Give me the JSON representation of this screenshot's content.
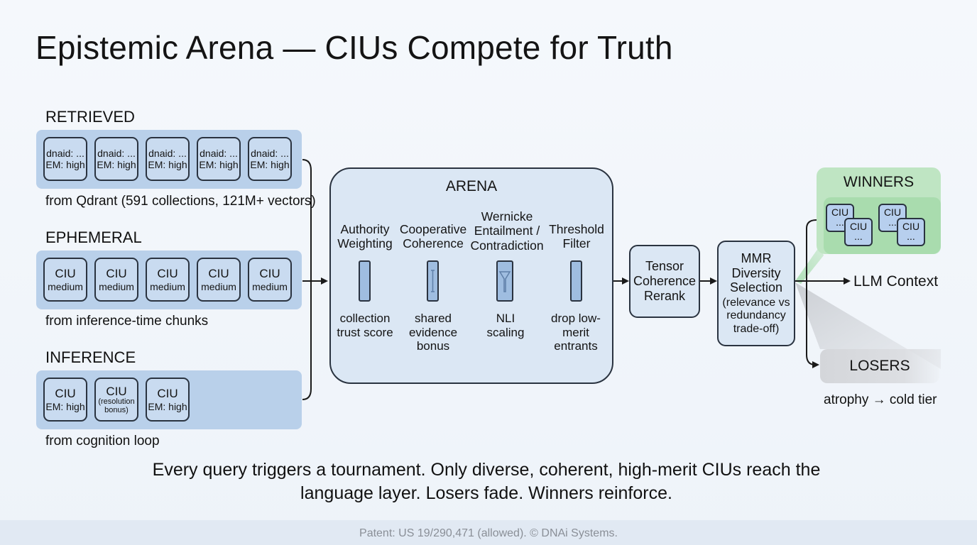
{
  "title": "Epistemic Arena — CIUs Compete for Truth",
  "groups": {
    "retrieved": {
      "label": "RETRIEVED",
      "caption": "from Qdrant (591 collections, 121M+ vectors)",
      "cards": [
        {
          "line1": "dnaid: ...",
          "line2": "EM: high"
        },
        {
          "line1": "dnaid: ...",
          "line2": "EM: high"
        },
        {
          "line1": "dnaid: ...",
          "line2": "EM: high"
        },
        {
          "line1": "dnaid: ...",
          "line2": "EM: high"
        },
        {
          "line1": "dnaid: ...",
          "line2": "EM: high"
        }
      ]
    },
    "ephemeral": {
      "label": "EPHEMERAL",
      "caption": "from inference-time chunks",
      "cards": [
        {
          "line1": "CIU",
          "line2": "medium"
        },
        {
          "line1": "CIU",
          "line2": "medium"
        },
        {
          "line1": "CIU",
          "line2": "medium"
        },
        {
          "line1": "CIU",
          "line2": "medium"
        },
        {
          "line1": "CIU",
          "line2": "medium"
        }
      ]
    },
    "inference": {
      "label": "INFERENCE",
      "caption": "from cognition loop",
      "cards": [
        {
          "line1": "CIU",
          "line2": "EM: high"
        },
        {
          "line1": "CIU",
          "line2": "(resolution bonus)"
        },
        {
          "line1": "CIU",
          "line2": "EM: high"
        }
      ]
    }
  },
  "arena": {
    "title": "ARENA",
    "stages": [
      {
        "title": "Authority Weighting",
        "desc": "collection trust score"
      },
      {
        "title": "Cooperative Coherence",
        "desc": "shared evidence bonus"
      },
      {
        "title": "Wernicke Entailment / Contradiction",
        "desc": "NLI scaling"
      },
      {
        "title": "Threshold Filter",
        "desc": "drop low-merit entrants"
      }
    ]
  },
  "tensor": {
    "label": "Tensor Coherence Rerank"
  },
  "mmr": {
    "title": "MMR Diversity Selection",
    "subtitle": "(relevance vs redundancy trade-off)"
  },
  "winners": {
    "label": "WINNERS",
    "cards": [
      {
        "line1": "CIU",
        "line2": "..."
      },
      {
        "line1": "CIU",
        "line2": "..."
      },
      {
        "line1": "CIU",
        "line2": "..."
      },
      {
        "line1": "CIU",
        "line2": "..."
      }
    ]
  },
  "llm_context": "LLM Context",
  "losers": {
    "label": "LOSERS",
    "caption": "atrophy → cold tier"
  },
  "tagline": "Every query triggers a tournament. Only diverse, coherent, high-merit CIUs reach the language layer. Losers fade. Winners reinforce.",
  "footer": "Patent: US 19/290,471 (allowed). © DNAi Systems.",
  "colors": {
    "group_fill": "#b9d0ea",
    "card_fill": "#c9dbf0",
    "arena_fill": "#dbe7f4",
    "winners_fill": "#bfe5c3",
    "losers_fill": "#d4d6da",
    "outline": "#2a3340"
  }
}
